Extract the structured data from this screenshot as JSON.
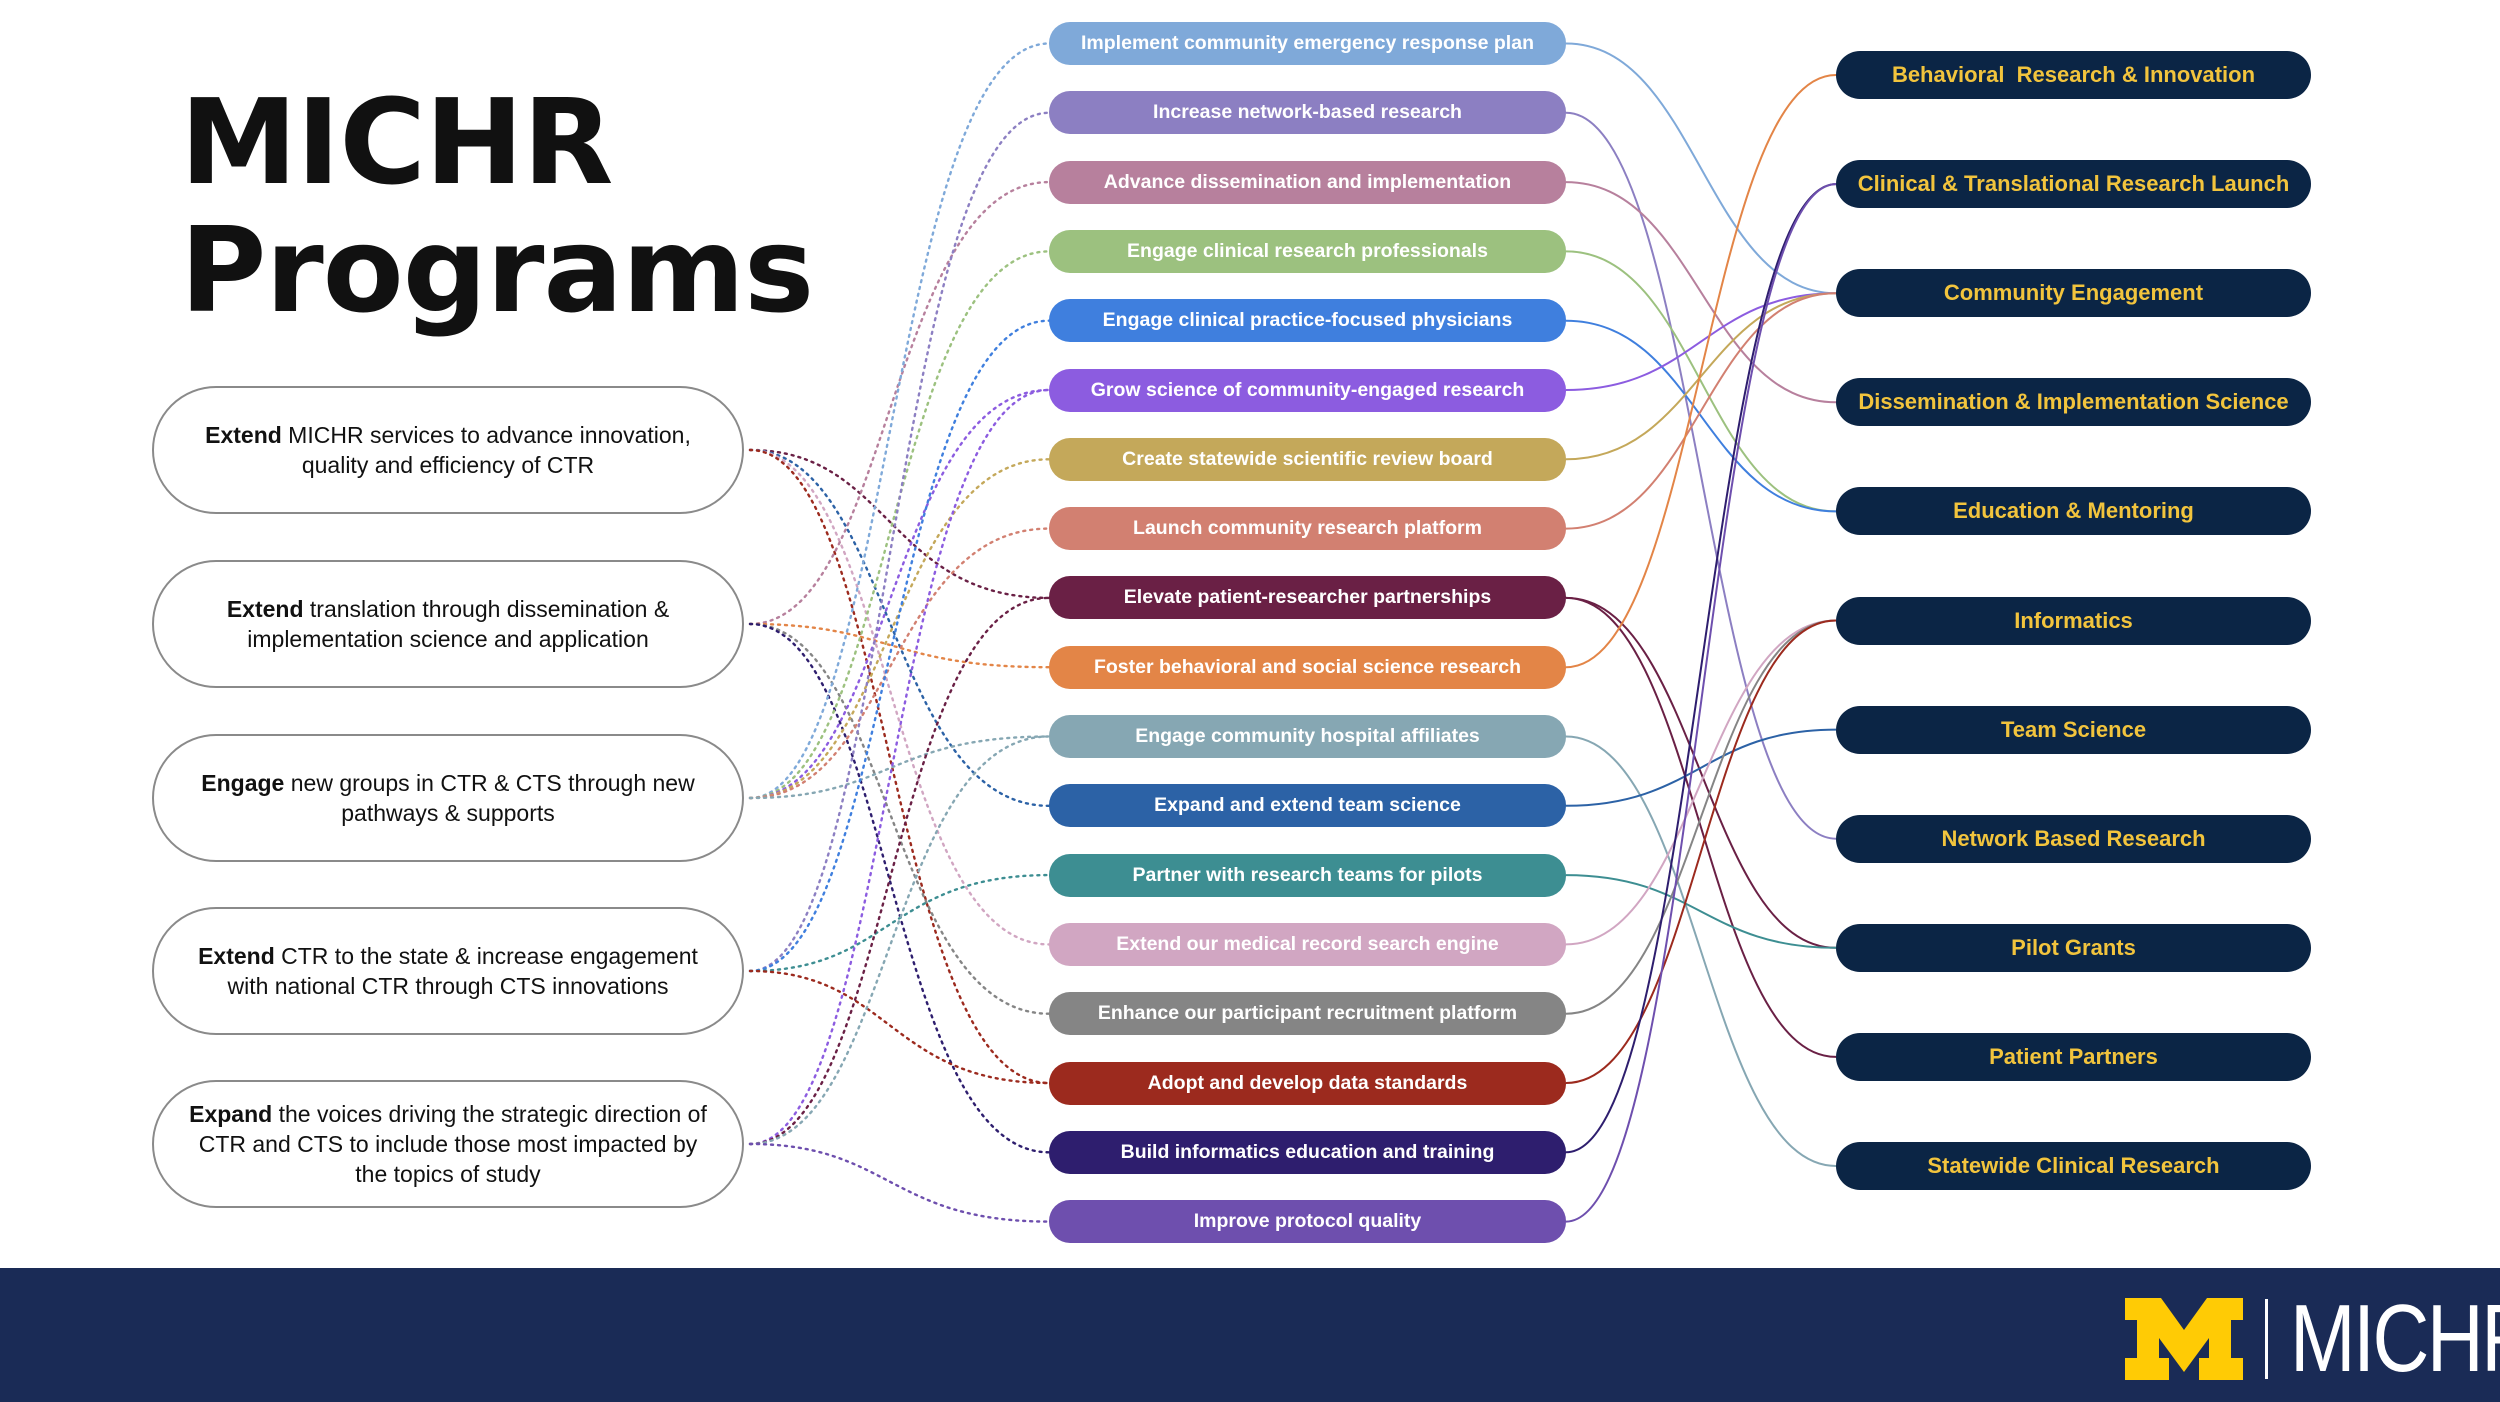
{
  "title": {
    "line1": "MICHR",
    "line2": "Programs"
  },
  "goals": [
    {
      "bold": "Extend",
      "text": "  MICHR services to advance innovation, quality and efficiency of CTR"
    },
    {
      "bold": "Extend",
      "text": "  translation through dissemination & implementation science and application"
    },
    {
      "bold": "Engage",
      "text": " new groups in CTR & CTS through new pathways & supports"
    },
    {
      "bold": "Extend",
      "text": " CTR to the state & increase engagement with national CTR through CTS innovations"
    },
    {
      "bold": "Expand",
      "text": " the voices driving the strategic direction of CTR and CTS to include those most impacted by the topics of study"
    }
  ],
  "strategies": [
    {
      "label": "Implement community emergency response plan",
      "color": "#7fa9d9",
      "programs": [
        2
      ]
    },
    {
      "label": "Increase network-based research",
      "color": "#8c7fc2",
      "programs": [
        7
      ]
    },
    {
      "label": "Advance dissemination and implementation",
      "color": "#b7809d",
      "programs": [
        3
      ]
    },
    {
      "label": "Engage clinical research professionals",
      "color": "#9cc17f",
      "programs": [
        4
      ]
    },
    {
      "label": "Engage clinical practice-focused physicians",
      "color": "#3f7fde",
      "programs": [
        4
      ]
    },
    {
      "label": "Grow science of community-engaged research",
      "color": "#8c5ce0",
      "programs": [
        2
      ]
    },
    {
      "label": "Create statewide scientific review board",
      "color": "#c4a85a",
      "programs": [
        2
      ]
    },
    {
      "label": "Launch community research platform",
      "color": "#d28071",
      "programs": [
        2
      ]
    },
    {
      "label": "Elevate patient-researcher partnerships",
      "color": "#6a2045",
      "programs": [
        8,
        9
      ]
    },
    {
      "label": "Foster behavioral and social science research",
      "color": "#e38547",
      "programs": [
        0
      ]
    },
    {
      "label": "Engage community  hospital affiliates",
      "color": "#86a7b3",
      "programs": [
        10
      ]
    },
    {
      "label": "Expand and extend team science",
      "color": "#2c62a6",
      "programs": [
        6
      ]
    },
    {
      "label": "Partner with research teams for pilots",
      "color": "#3d8e92",
      "programs": [
        8
      ]
    },
    {
      "label": "Extend our medical record search engine",
      "color": "#d1a6c2",
      "programs": [
        5
      ]
    },
    {
      "label": "Enhance our participant recruitment platform",
      "color": "#858585",
      "programs": [
        5
      ]
    },
    {
      "label": "Adopt and develop data standards",
      "color": "#9c2a1e",
      "programs": [
        5
      ]
    },
    {
      "label": "Build informatics education and training",
      "color": "#2e1e6e",
      "programs": [
        1
      ]
    },
    {
      "label": "Improve protocol quality",
      "color": "#6e4fae",
      "programs": [
        1
      ]
    }
  ],
  "programs": [
    {
      "label": "Behavioral  Research & Innovation"
    },
    {
      "label": "Clinical & Translational Research Launch"
    },
    {
      "label": "Community Engagement"
    },
    {
      "label": "Dissemination & Implementation Science"
    },
    {
      "label": "Education & Mentoring"
    },
    {
      "label": "Informatics"
    },
    {
      "label": "Team Science"
    },
    {
      "label": "Network Based Research"
    },
    {
      "label": "Pilot Grants"
    },
    {
      "label": "Patient Partners"
    },
    {
      "label": "Statewide Clinical Research"
    }
  ],
  "goal_links": [
    [
      8,
      11,
      13,
      15
    ],
    [
      2,
      9,
      14,
      16
    ],
    [
      0,
      3,
      5,
      6,
      7,
      10
    ],
    [
      1,
      4,
      12,
      15
    ],
    [
      5,
      8,
      10,
      17
    ]
  ],
  "footer": {
    "logo_text": "MICHR",
    "logo_color": "#ffcb05",
    "background": "#1a2b56"
  },
  "colors": {
    "program_fill": "#0b2545",
    "program_text": "#f2c43d"
  }
}
